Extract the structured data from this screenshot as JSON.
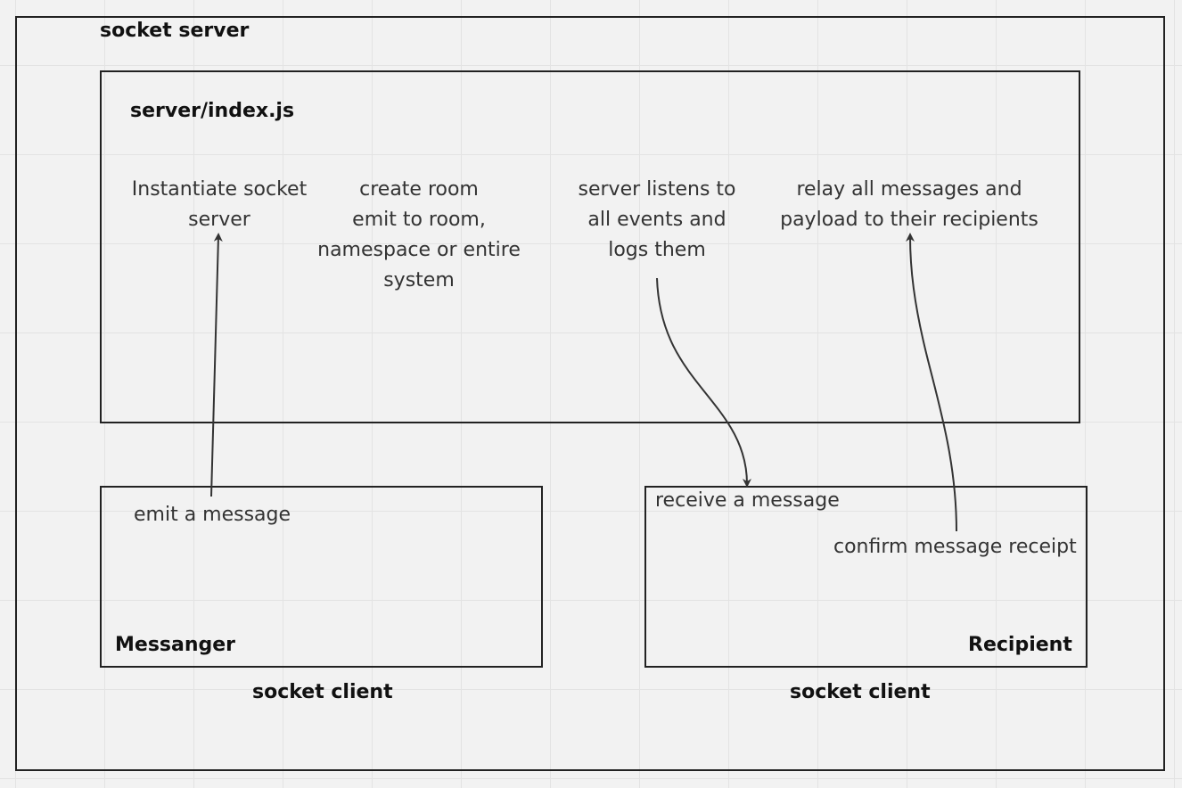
{
  "socket_server": {
    "title": "socket server",
    "server_file": {
      "title": "server/index.js",
      "steps": [
        "Instantiate socket\nserver",
        "create room\nemit to room,\nnamespace or entire\nsystem",
        "server listens to\nall events and\nlogs them",
        "relay all messages and\npayload to their recipients"
      ]
    },
    "messenger": {
      "action": "emit a message",
      "name": "Messanger",
      "caption": "socket client"
    },
    "recipient": {
      "receive": "receive a message",
      "confirm": "confirm message receipt",
      "name": "Recipient",
      "caption": "socket client"
    }
  },
  "colors": {
    "background": "#f2f2f2",
    "grid": "#e3e3e3",
    "stroke": "#222222",
    "text": "#333333",
    "arrow": "#333333"
  }
}
